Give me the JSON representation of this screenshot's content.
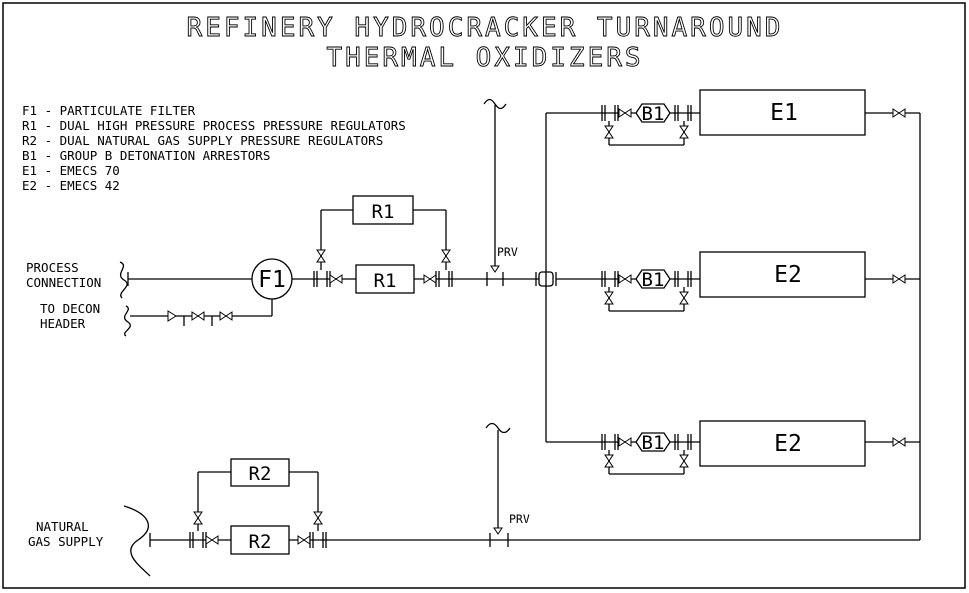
{
  "title": {
    "line1": "REFINERY HYDROCRACKER TURNAROUND",
    "line2": "THERMAL OXIDIZERS"
  },
  "legend": [
    "F1 - PARTICULATE FILTER",
    "R1 - DUAL HIGH PRESSURE PROCESS PRESSURE REGULATORS",
    "R2 - DUAL NATURAL GAS SUPPLY PRESSURE REGULATORS",
    "B1 - GROUP B DETONATION ARRESTORS",
    "E1 - EMECS 70",
    "E2 - EMECS 42"
  ],
  "labels": {
    "process_line1": "PROCESS",
    "process_line2": "CONNECTION",
    "decon_line1": "TO DECON",
    "decon_line2": "HEADER",
    "gas_line1": "NATURAL",
    "gas_line2": "GAS SUPPLY",
    "prv": "PRV",
    "f1": "F1",
    "r1": "R1",
    "r2": "R2",
    "b1": "B1",
    "e1": "E1",
    "e2": "E2"
  }
}
